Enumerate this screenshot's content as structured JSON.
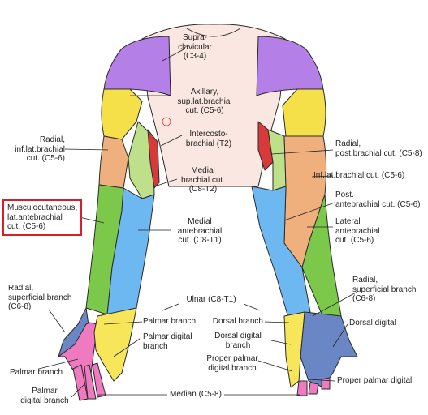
{
  "labels": {
    "supraclavicular": [
      "Supra-",
      "clavicular",
      "(C3-4)"
    ],
    "axillary": [
      "Axillary,",
      "sup.lat.brachial",
      "cut. (C5-6)"
    ],
    "intercostobrachial": [
      "Intercosto-",
      "brachial (T2)"
    ],
    "medial_brachial": [
      "Medial",
      "brachial cut.",
      "(C8-T2)"
    ],
    "medial_antebrachial": [
      "Medial",
      "antebrachial",
      "cut. (C8-T1)"
    ],
    "radial_inf_lat_brachial": [
      "Radial,",
      "inf.lat.brachial",
      "cut. (C5-6)"
    ],
    "musculocutaneous": [
      "Musculocutaneous,",
      "lat.antebrachial",
      "cut. (C5-6)"
    ],
    "radial_superficial_left": [
      "Radial,",
      "superficial branch",
      "(C6-8)"
    ],
    "palmar_branch_left": [
      "Palmar branch"
    ],
    "palmar_digital_branch_left": [
      "Palmar",
      "digital branch"
    ],
    "ulnar": [
      "Ulnar (C8-T1)"
    ],
    "ulnar_palmar_branch": [
      "Palmar branch"
    ],
    "ulnar_palmar_digital": [
      "Palmar digital",
      "branch"
    ],
    "ulnar_dorsal_branch": [
      "Dorsal branch"
    ],
    "ulnar_dorsal_digital": [
      "Dorsal digital",
      "branch"
    ],
    "ulnar_proper_palmar_digital": [
      "Proper palmar",
      "digital branch"
    ],
    "median": [
      "Median (C5-8)"
    ],
    "radial_post_brachial": [
      "Radial,",
      "post.brachial cut. (C5-8)"
    ],
    "inf_lat_brachial_right": [
      "Inf.lat.brachial cut. (C5-6)"
    ],
    "post_antebrachial": [
      "Post.",
      "antebrachial cut. (C5-6)"
    ],
    "lateral_antebrachial": [
      "Lateral",
      "antebrachial",
      "cut. (C5-6)"
    ],
    "radial_superficial_right": [
      "Radial,",
      "superficial branch",
      "(C6-8)"
    ],
    "dorsal_digital": [
      "Dorsal digital"
    ],
    "proper_palmar_digital": [
      "Proper palmar digital"
    ]
  },
  "colors": {
    "supraclavicular": "#b57fe8",
    "axillary": "#f5e04a",
    "radial_inf_lat": "#f0b07e",
    "musculocutaneous": "#7cc84a",
    "medial_antebrachial": "#6eb8f2",
    "medial_brachial": "#bfe08a",
    "intercostobrachial": "#d83a3a",
    "median": "#f07ac0",
    "ulnar": "#f7e55a",
    "radial_superficial": "#6b86c4",
    "skin": "#fbe7e1",
    "outline": "#2a2a2a",
    "highlight_box": "#d61f26"
  }
}
